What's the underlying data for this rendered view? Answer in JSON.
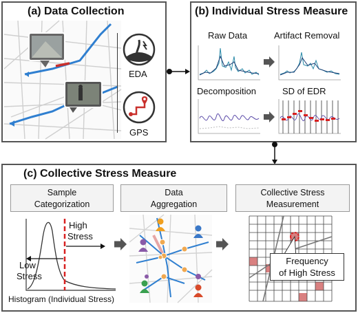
{
  "panel_a": {
    "title": "(a) Data Collection",
    "eda_label": "EDA",
    "gps_label": "GPS"
  },
  "panel_b": {
    "title": "(b) Individual Stress Measure",
    "raw_data": "Raw Data",
    "artifact_removal": "Artifact Removal",
    "decomposition": "Decomposition",
    "sd_of_edr": "SD of EDR"
  },
  "panel_c": {
    "title": "(c) Collective Stress Measure",
    "sample_cat_line1": "Sample",
    "sample_cat_line2": "Categorization",
    "data_agg_line1": "Data",
    "data_agg_line2": "Aggregation",
    "collective_line1": "Collective Stress",
    "collective_line2": "Measurement",
    "high_stress_line1": "High",
    "high_stress_line2": "Stress",
    "low_stress_line1": "Low",
    "low_stress_line2": "Stress",
    "histogram_caption": "Histogram (Individual Stress)",
    "freq_line1": "Frequency",
    "freq_line2": "of High Stress"
  },
  "colors": {
    "panel_border": "#555555",
    "route_blue": "#2f7fd0",
    "accent_red": "#c9302c",
    "signal_teal": "#2a8aa8",
    "signal_purple": "#5a4aa8"
  }
}
